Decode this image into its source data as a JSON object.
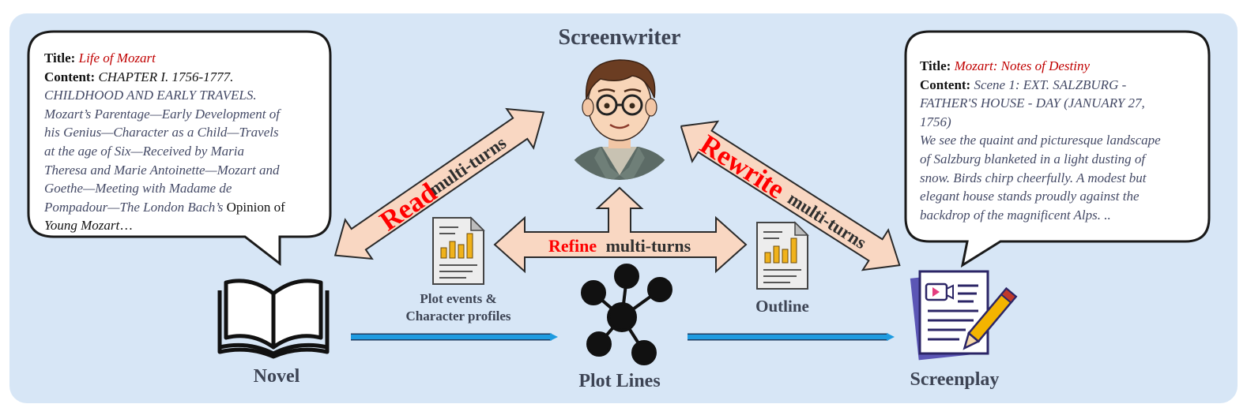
{
  "colors": {
    "panel": "#d7e6f6",
    "arrow_fill": "#f9d7c2",
    "arrow_stroke": "#2a2a2a",
    "flow_arrow": "#1e9be0",
    "title_red": "#c00000",
    "action_red": "#ff0000",
    "label_dark": "#3d4454"
  },
  "icons": [
    "book-icon",
    "screenwriter-avatar-icon",
    "network-graph-icon",
    "document-chart-icon",
    "screenplay-pencil-icon"
  ],
  "screenwriter_label": "Screenwriter",
  "novel": {
    "title_label": "Title:",
    "title": "Life of Mozart",
    "content_label": "Content:",
    "content_line1": "CHAPTER I. 1756-1777.",
    "content_lines": [
      "CHILDHOOD AND EARLY TRAVELS.",
      "Mozart’s Parentage—Early Development of",
      "his Genius—Character as a Child—Travels",
      "at the age of Six—Received by Maria",
      "Theresa and Marie Antoinette—Mozart and",
      "Goethe—Meeting with Madame de"
    ],
    "content_line8_a": "Pompadour—The London Bach’s",
    "content_line8_b": "Opinion of",
    "content_last": "Young Mozart",
    "ellipsis": "…",
    "label": "Novel"
  },
  "screenplay": {
    "title_label": "Title:",
    "title": "Mozart: Notes of Destiny",
    "content_label": "Content:",
    "content_line1": "Scene 1: EXT. SALZBURG -",
    "content_lines": [
      "FATHER'S HOUSE - DAY (JANUARY 27,",
      "1756)",
      "We see the quaint and picturesque landscape",
      "of Salzburg blanketed in a light dusting of",
      "snow. Birds chirp cheerfully. A modest but",
      "elegant house stands proudly against the",
      "backdrop of the magnificent Alps. .."
    ],
    "label": "Screenplay"
  },
  "arrows": {
    "read_word": "Read",
    "read_suffix": "multi-turns",
    "refine_word": "Refine",
    "refine_suffix": "multi-turns",
    "rewrite_word": "Rewrite",
    "rewrite_suffix": "multi-turns"
  },
  "plot_events_label": [
    "Plot events &",
    "Character profiles"
  ],
  "outline_label": "Outline",
  "plot_lines_label": "Plot Lines"
}
